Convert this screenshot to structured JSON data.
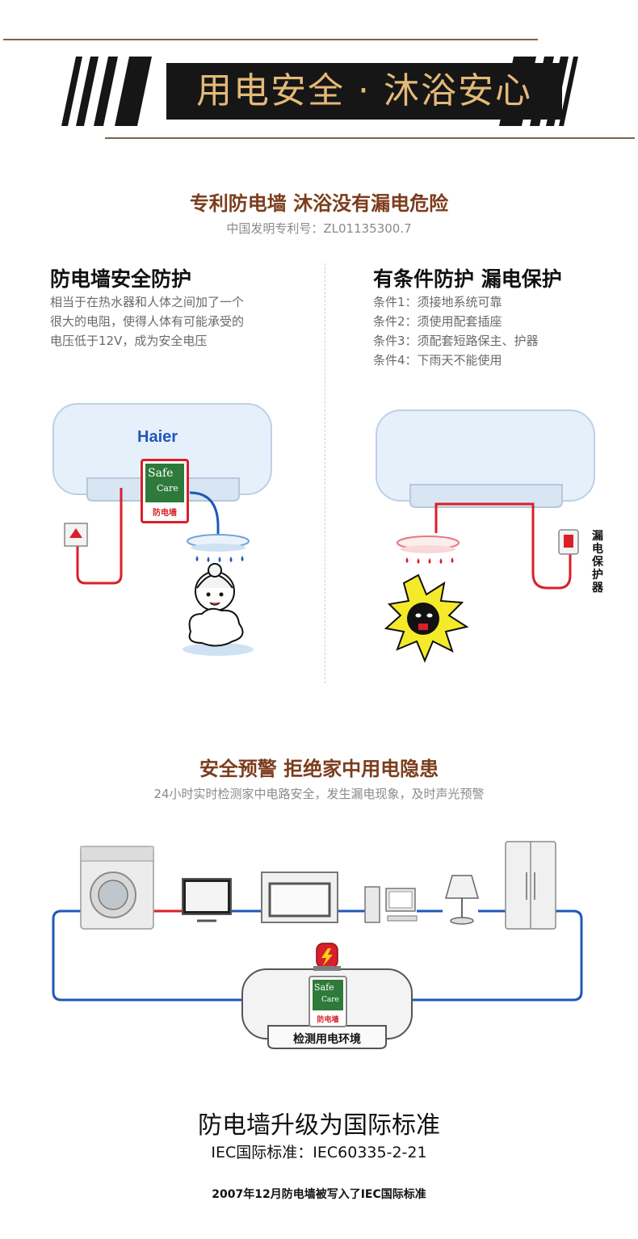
{
  "banner": {
    "title": "用电安全 · 沐浴安心"
  },
  "patent": {
    "title": "专利防电墙 沐浴没有漏电危险",
    "number": "中国发明专利号：ZL01135300.7"
  },
  "left_column": {
    "title": "防电墙安全防护",
    "lines": [
      "相当于在热水器和人体之间加了一个",
      "很大的电阻，使得人体有可能承受的",
      "电压低于12V，成为安全电压"
    ],
    "brand": "Haier"
  },
  "right_column": {
    "title": "有条件防护 漏电保护",
    "lines": [
      "条件1：须接地系统可靠",
      "条件2：须使用配套插座",
      "条件3：须配套短路保主、护器",
      "条件4：下雨天不能使用"
    ],
    "protector_label": [
      "漏",
      "电",
      "保",
      "护",
      "器"
    ]
  },
  "badge": {
    "line1": "Safe",
    "line2": "Care",
    "tag": "防电墙"
  },
  "warning": {
    "title": "安全预警 拒绝家中用电隐患",
    "subtitle": "24小时实时检测家中电路安全，发生漏电现象，及时声光预警",
    "detect_label": "检测用电环境"
  },
  "standard": {
    "title": "防电墙升级为国际标准",
    "iec": "IEC国际标准：IEC60335-2-21",
    "note": "2007年12月防电墙被写入了IEC国际标准"
  },
  "colors": {
    "accent_brown": "#7b3d1c",
    "gold": "#e4b978",
    "red": "#d9202a",
    "blue": "#1f58b8"
  }
}
